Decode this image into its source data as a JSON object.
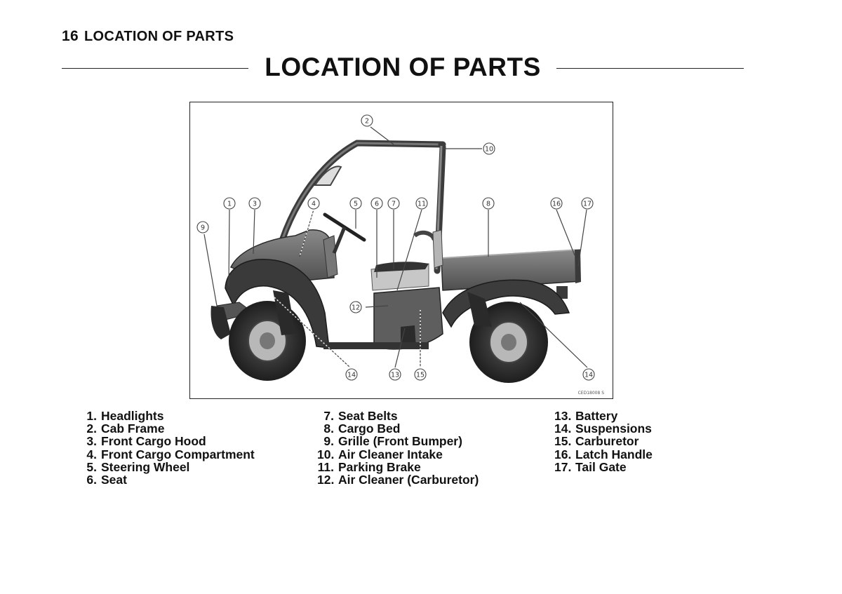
{
  "header": {
    "page_number": "16",
    "section": "LOCATION OF PARTS"
  },
  "title": "LOCATION OF PARTS",
  "figure": {
    "image_code": "CED18008 S",
    "callouts": [
      "1",
      "2",
      "3",
      "4",
      "5",
      "6",
      "7",
      "8",
      "9",
      "10",
      "11",
      "12",
      "13",
      "14",
      "15",
      "16",
      "17"
    ]
  },
  "legend": {
    "col1": [
      {
        "num": "1.",
        "label": "Headlights"
      },
      {
        "num": "2.",
        "label": "Cab Frame"
      },
      {
        "num": "3.",
        "label": "Front Cargo Hood"
      },
      {
        "num": "4.",
        "label": "Front Cargo Compartment"
      },
      {
        "num": "5.",
        "label": "Steering Wheel"
      },
      {
        "num": "6.",
        "label": "Seat"
      }
    ],
    "col2": [
      {
        "num": "7.",
        "label": "Seat Belts"
      },
      {
        "num": "8.",
        "label": "Cargo Bed"
      },
      {
        "num": "9.",
        "label": "Grille (Front Bumper)"
      },
      {
        "num": "10.",
        "label": "Air Cleaner Intake"
      },
      {
        "num": "11.",
        "label": "Parking Brake"
      },
      {
        "num": "12.",
        "label": "Air Cleaner (Carburetor)"
      }
    ],
    "col3": [
      {
        "num": "13.",
        "label": "Battery"
      },
      {
        "num": "14.",
        "label": "Suspensions"
      },
      {
        "num": "15.",
        "label": "Carburetor"
      },
      {
        "num": "16.",
        "label": "Latch Handle"
      },
      {
        "num": "17.",
        "label": "Tail Gate"
      }
    ]
  }
}
